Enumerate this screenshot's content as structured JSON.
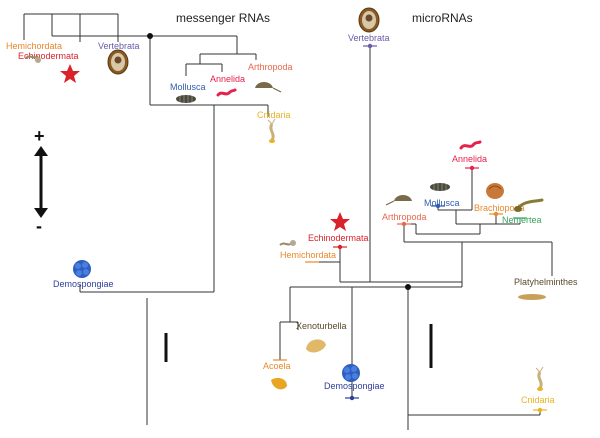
{
  "left_panel": {
    "title": "messenger RNAs",
    "taxa": {
      "hemichordata": {
        "label": "Hemichordata",
        "color": "#e8892c"
      },
      "echinodermata": {
        "label": "Echinodermata",
        "color": "#d9232a"
      },
      "vertebrata": {
        "label": "Vertebrata",
        "color": "#6a5aa8"
      },
      "mollusca": {
        "label": "Mollusca",
        "color": "#2f5db1"
      },
      "annelida": {
        "label": "Annelida",
        "color": "#e5224b"
      },
      "arthropoda": {
        "label": "Arthropoda",
        "color": "#e8684a"
      },
      "cnidaria": {
        "label": "Cnidaria",
        "color": "#e7b321"
      },
      "demospongiae": {
        "label": "Demospongiae",
        "color": "#2d3e99"
      }
    },
    "scale_symbols": {
      "plus": "+",
      "minus": "-"
    }
  },
  "right_panel": {
    "title": "microRNAs",
    "taxa": {
      "vertebrata": {
        "label": "Vertebrata",
        "color": "#6a5aa8"
      },
      "annelida": {
        "label": "Annelida",
        "color": "#e5224b"
      },
      "mollusca": {
        "label": "Mollusca",
        "color": "#2f5db1"
      },
      "brachiopoda": {
        "label": "Brachiopoda",
        "color": "#e8892c"
      },
      "arthropoda": {
        "label": "Arthropoda",
        "color": "#e8684a"
      },
      "nemertea": {
        "label": "Nemertea",
        "color": "#3aa35a"
      },
      "echinodermata": {
        "label": "Echinodermata",
        "color": "#d9232a"
      },
      "hemichordata": {
        "label": "Hemichordata",
        "color": "#e8892c"
      },
      "platyhelminthes": {
        "label": "Platyhelminthes",
        "color": "#5a4a2a"
      },
      "xenoturbella": {
        "label": "Xenoturbella",
        "color": "#5a4a2a"
      },
      "acoela": {
        "label": "Acoela",
        "color": "#e8892c"
      },
      "demospongiae": {
        "label": "Demospongiae",
        "color": "#2d3e99"
      },
      "cnidaria": {
        "label": "Cnidaria",
        "color": "#e7b321"
      }
    }
  }
}
